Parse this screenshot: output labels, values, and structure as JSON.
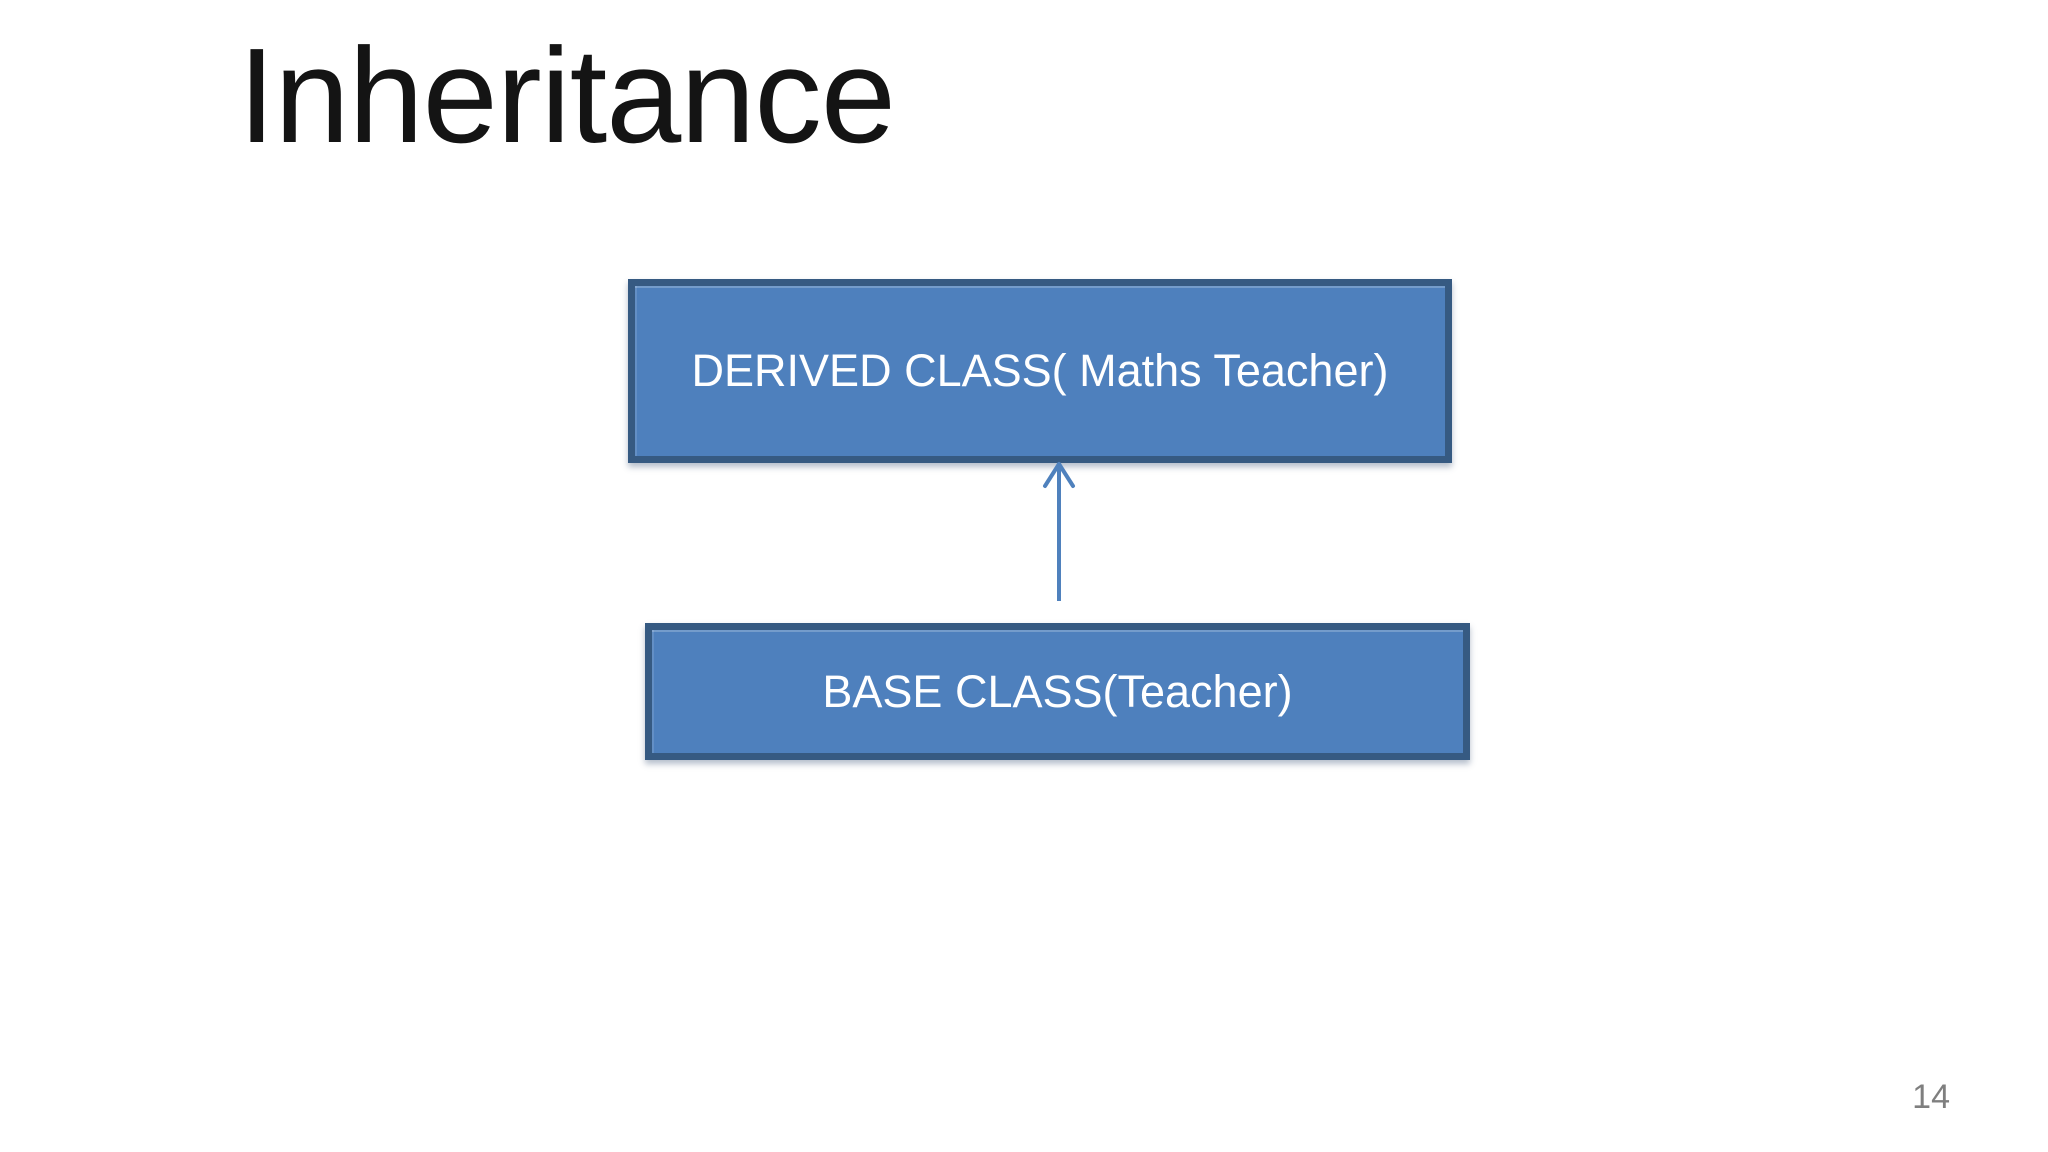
{
  "slide": {
    "title": "Inheritance",
    "page_number": "14"
  },
  "diagram": {
    "derived_box": {
      "label": "DERIVED CLASS( Maths Teacher)",
      "role": "derived-class"
    },
    "base_box": {
      "label": "BASE CLASS(Teacher)",
      "role": "base-class"
    },
    "arrow": {
      "direction": "up",
      "from": "base_box",
      "to": "derived_box",
      "head_style": "open-v"
    }
  },
  "colors": {
    "background": "#ffffff",
    "box_fill": "#4e80bd",
    "box_border": "#365a82",
    "box_text": "#ffffff",
    "arrow": "#4f81bd",
    "title_text": "#141414",
    "page_number_text": "#7f7f7f"
  }
}
